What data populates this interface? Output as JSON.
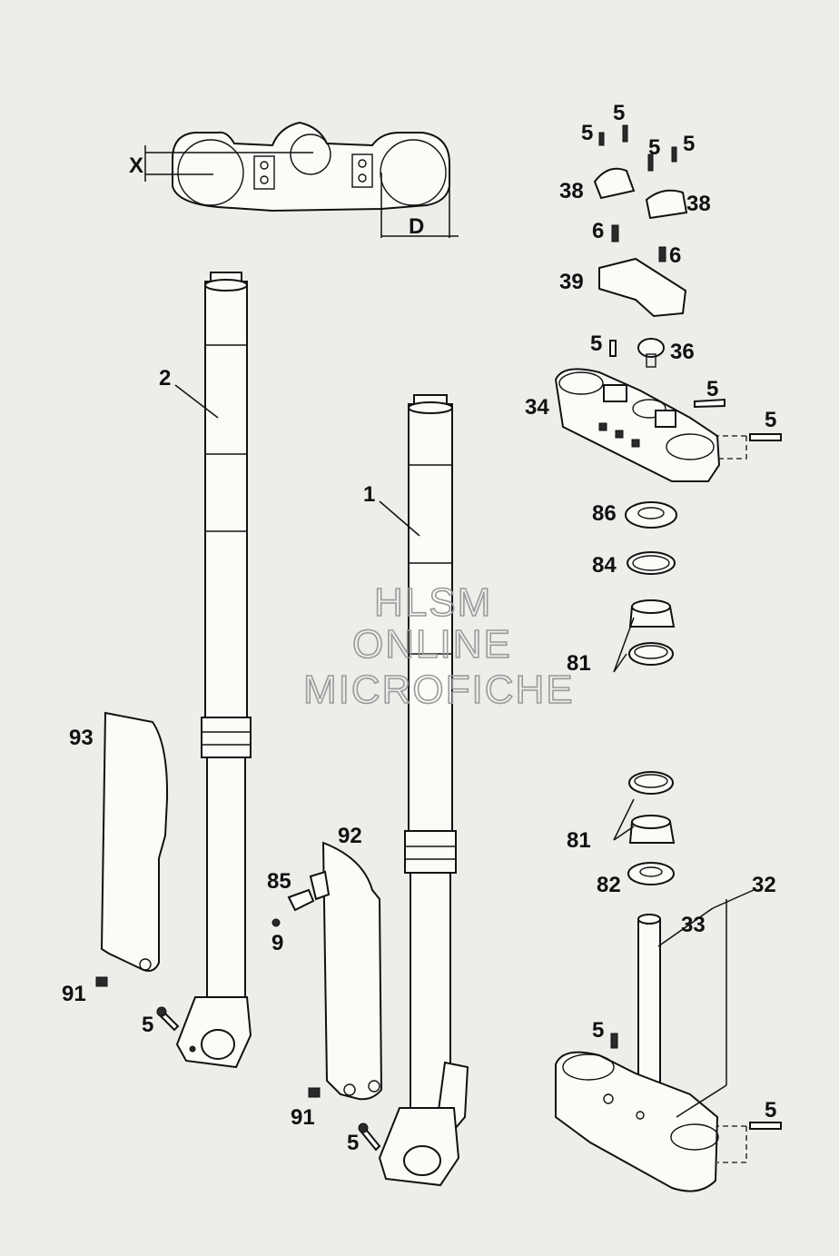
{
  "diagram": {
    "callouts": {
      "c2": "2",
      "c1": "1",
      "c93": "93",
      "c91a": "91",
      "c5a": "5",
      "c92": "92",
      "c85": "85",
      "c9": "9",
      "c91b": "91",
      "c5b": "5",
      "c5_top1": "5",
      "c5_top2": "5",
      "c5_top3": "5",
      "c5_top4": "5",
      "c38a": "38",
      "c38b": "38",
      "c6a": "6",
      "c6b": "6",
      "c39": "39",
      "c5_mid1": "5",
      "c36": "36",
      "c5_mid2": "5",
      "c34": "34",
      "c5_mid3": "5",
      "c86": "86",
      "c84": "84",
      "c81a": "81",
      "c81b": "81",
      "c82": "82",
      "c32": "32",
      "c33": "33",
      "c5_low1": "5",
      "c5_low2": "5"
    },
    "dimensions": {
      "x_label": "X",
      "d_label": "D"
    },
    "watermark": {
      "line1": "HLSM",
      "line2": "ONLINE",
      "line3": "MICROFICHE"
    }
  }
}
